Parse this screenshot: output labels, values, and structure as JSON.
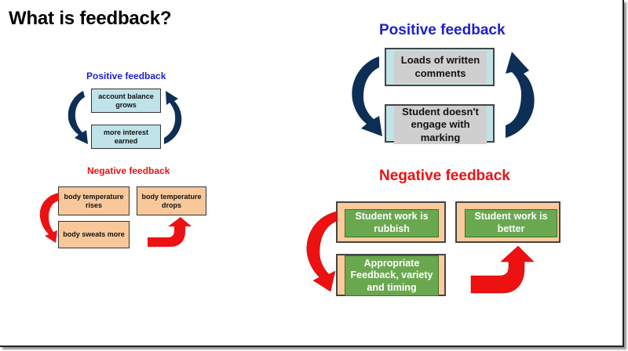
{
  "slide": {
    "title": "What is feedback?"
  },
  "small_diagram": {
    "positive": {
      "heading": "Positive feedback",
      "boxes": [
        "account balance grows",
        "more interest earned"
      ]
    },
    "negative": {
      "heading": "Negative feedback",
      "boxes": [
        "body temperature rises",
        "body sweats more",
        "body temperature drops"
      ]
    }
  },
  "large_diagram": {
    "positive": {
      "heading": "Positive feedback",
      "boxes": [
        "Loads of written comments",
        "Student doesn't engage with marking"
      ]
    },
    "negative": {
      "heading": "Negative feedback",
      "boxes": [
        "Student work is rubbish",
        "Appropriate Feedback, variety and timing",
        "Student work is better"
      ]
    }
  },
  "colors": {
    "positive_heading": "#1f1fcc",
    "negative_heading": "#ee1111",
    "positive_arrow": "#0d2e55",
    "negative_arrow": "#ee1111",
    "box_blue": "#bfe3e8",
    "box_tan": "#f9c89a",
    "box_grey": "#cfcfcf",
    "box_green": "#6aa84f"
  }
}
